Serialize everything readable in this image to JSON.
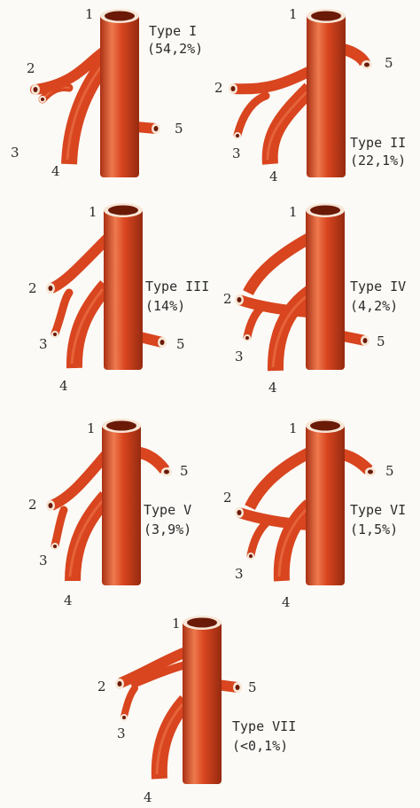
{
  "colors": {
    "vessel": "#d8451f",
    "vessel_light": "#ef7a4f",
    "vessel_dark": "#9e2c12",
    "lumen_ring": "#f7e6d6",
    "lumen_hole": "#6b1a08",
    "background": "#fbfaf6",
    "text": "#2b2b2b"
  },
  "panels": [
    {
      "id": "type-1",
      "type_label": "Type I",
      "percent": "(54,2%)",
      "labels": [
        "1",
        "2",
        "3",
        "4",
        "5"
      ]
    },
    {
      "id": "type-2",
      "type_label": "Type II",
      "percent": "(22,1%)",
      "labels": [
        "1",
        "2",
        "3",
        "4",
        "5"
      ]
    },
    {
      "id": "type-3",
      "type_label": "Type III",
      "percent": "(14%)",
      "labels": [
        "1",
        "2",
        "3",
        "4",
        "5"
      ]
    },
    {
      "id": "type-4",
      "type_label": "Type IV",
      "percent": "(4,2%)",
      "labels": [
        "1",
        "2",
        "3",
        "4",
        "5"
      ]
    },
    {
      "id": "type-5",
      "type_label": "Type V",
      "percent": "(3,9%)",
      "labels": [
        "1",
        "2",
        "3",
        "4",
        "5"
      ]
    },
    {
      "id": "type-6",
      "type_label": "Type VI",
      "percent": "(1,5%)",
      "labels": [
        "1",
        "2",
        "3",
        "4",
        "5"
      ]
    },
    {
      "id": "type-7",
      "type_label": "Type VII",
      "percent": "(<0,1%)",
      "labels": [
        "1",
        "2",
        "3",
        "4",
        "5"
      ]
    }
  ]
}
